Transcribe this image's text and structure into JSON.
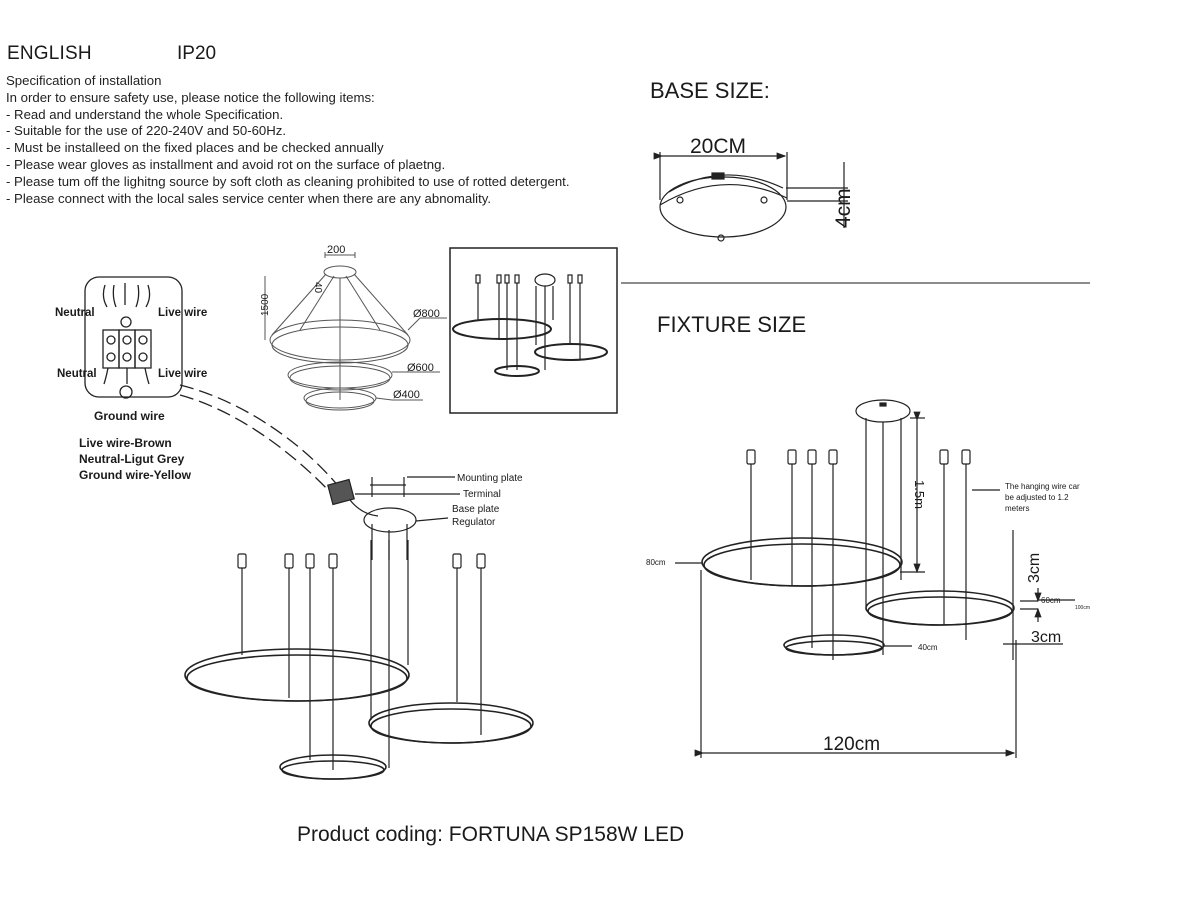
{
  "header": {
    "language": "ENGLISH",
    "ip_rating": "IP20"
  },
  "specification": {
    "title": "Specification of installation",
    "intro": "In order to ensure safety use, please notice the following items:",
    "items": [
      "- Read and understand the whole Specification.",
      "- Suitable for the use of 220-240V and 50-60Hz.",
      "- Must be installeed on the fixed places and be checked annually",
      "- Please wear gloves as installment and avoid rot on the surface of plaetng.",
      "- Please tum off the lighitng source by soft cloth as cleaning prohibited to use of rotted detergent.",
      "- Please connect with the local sales service center when there are any abnomality."
    ]
  },
  "base_size": {
    "title": "BASE SIZE:",
    "width_label": "20CM",
    "height_label": "4cm"
  },
  "wiring": {
    "labels": {
      "neutral_top": "Neutral",
      "live_top": "Live wire",
      "neutral_bottom": "Neutral",
      "live_bottom": "Live wire",
      "ground": "Ground wire"
    },
    "legend": [
      "Live wire-Brown",
      "Neutral-Ligut Grey",
      "Ground wire-Yellow"
    ]
  },
  "mounting": {
    "labels": [
      "Mounting plate",
      "Terminal",
      "Base plate",
      "Regulator"
    ]
  },
  "perspective_drawing": {
    "top_width": "200",
    "canopy_height": "40",
    "total_height": "1500",
    "diameters": [
      "Ø800",
      "Ø600",
      "Ø400"
    ]
  },
  "fixture_size": {
    "title": "FIXTURE SIZE",
    "drop_length": "1.5m",
    "note": [
      "The hanging wire car",
      "be adjusted to 1.2",
      "meters"
    ],
    "ring_large": "80cm",
    "ring_small": "40cm",
    "ring_medium": "60cm",
    "overall_width_small": "100cm",
    "ring_gap": "3cm",
    "ring_thickness": "3cm",
    "overall_width": "120cm"
  },
  "footer": {
    "product_label": "Product coding:",
    "product_code": "FORTUNA SP158W LED"
  }
}
